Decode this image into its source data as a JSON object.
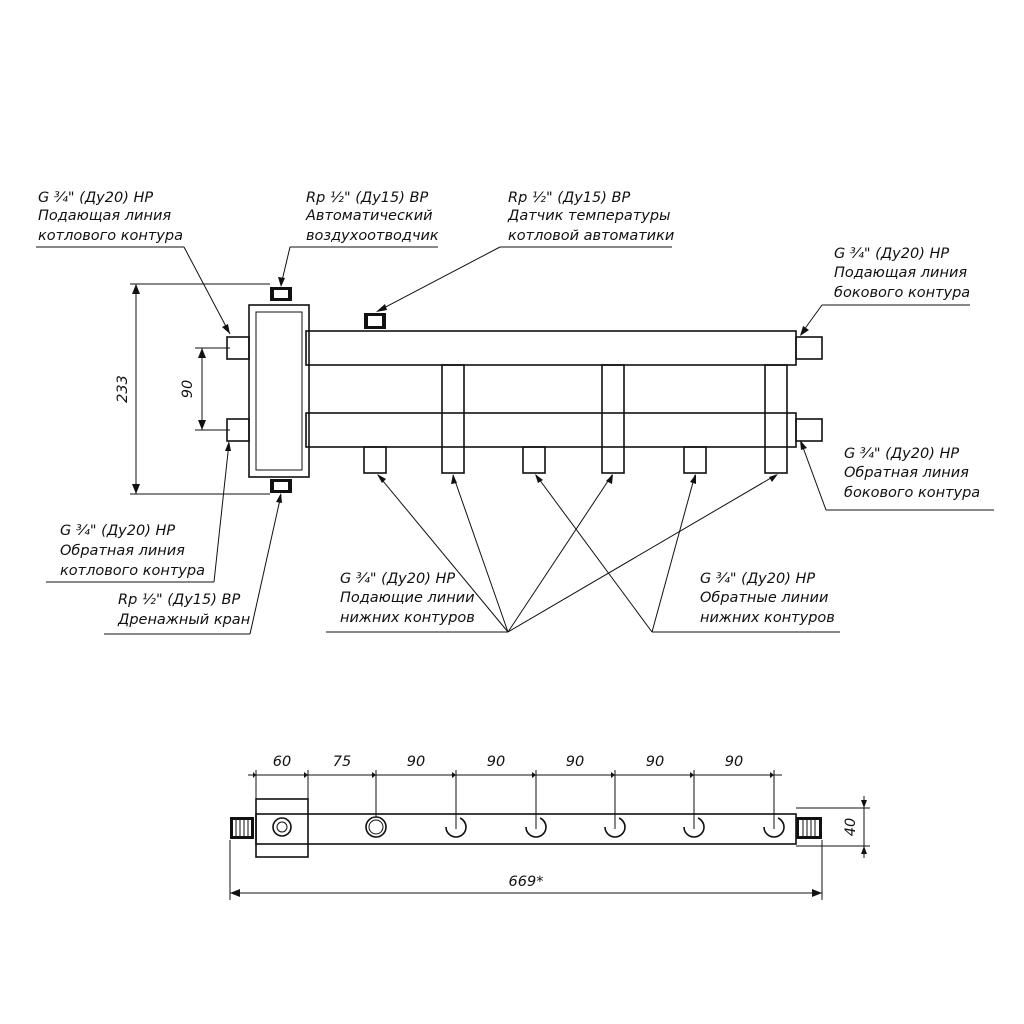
{
  "callouts": {
    "boiler_supply": {
      "spec": "G ¾\" (Ду20) НР",
      "line1": "Подающая линия",
      "line2": "котлового контура"
    },
    "air_vent": {
      "spec": "Rp ½\" (Ду15) ВР",
      "line1": "Автоматический",
      "line2": "воздухоотводчик"
    },
    "temp_sensor": {
      "spec": "Rp ½\" (Ду15) ВР",
      "line1": "Датчик температуры",
      "line2": "котловой автоматики"
    },
    "side_supply": {
      "spec": "G ¾\" (Ду20) НР",
      "line1": "Подающая линия",
      "line2": "бокового контура"
    },
    "side_return": {
      "spec": "G ¾\" (Ду20) НР",
      "line1": "Обратная линия",
      "line2": "бокового контура"
    },
    "boiler_return": {
      "spec": "G ¾\" (Ду20) НР",
      "line1": "Обратная линия",
      "line2": "котлового контура"
    },
    "drain": {
      "spec": "Rp ½\" (Ду15) ВР",
      "line1": "Дренажный кран"
    },
    "lower_supply": {
      "spec": "G ¾\" (Ду20) НР",
      "line1": "Подающие линии",
      "line2": "нижних контуров"
    },
    "lower_return": {
      "spec": "G ¾\" (Ду20) НР",
      "line1": "Обратные линии",
      "line2": "нижних контуров"
    }
  },
  "dimensions": {
    "front": {
      "height": "233",
      "pipe_spacing": "90"
    },
    "top": {
      "segments": [
        "60",
        "75",
        "90",
        "90",
        "90",
        "90",
        "90"
      ],
      "total_length": "669*",
      "depth": "40"
    }
  }
}
